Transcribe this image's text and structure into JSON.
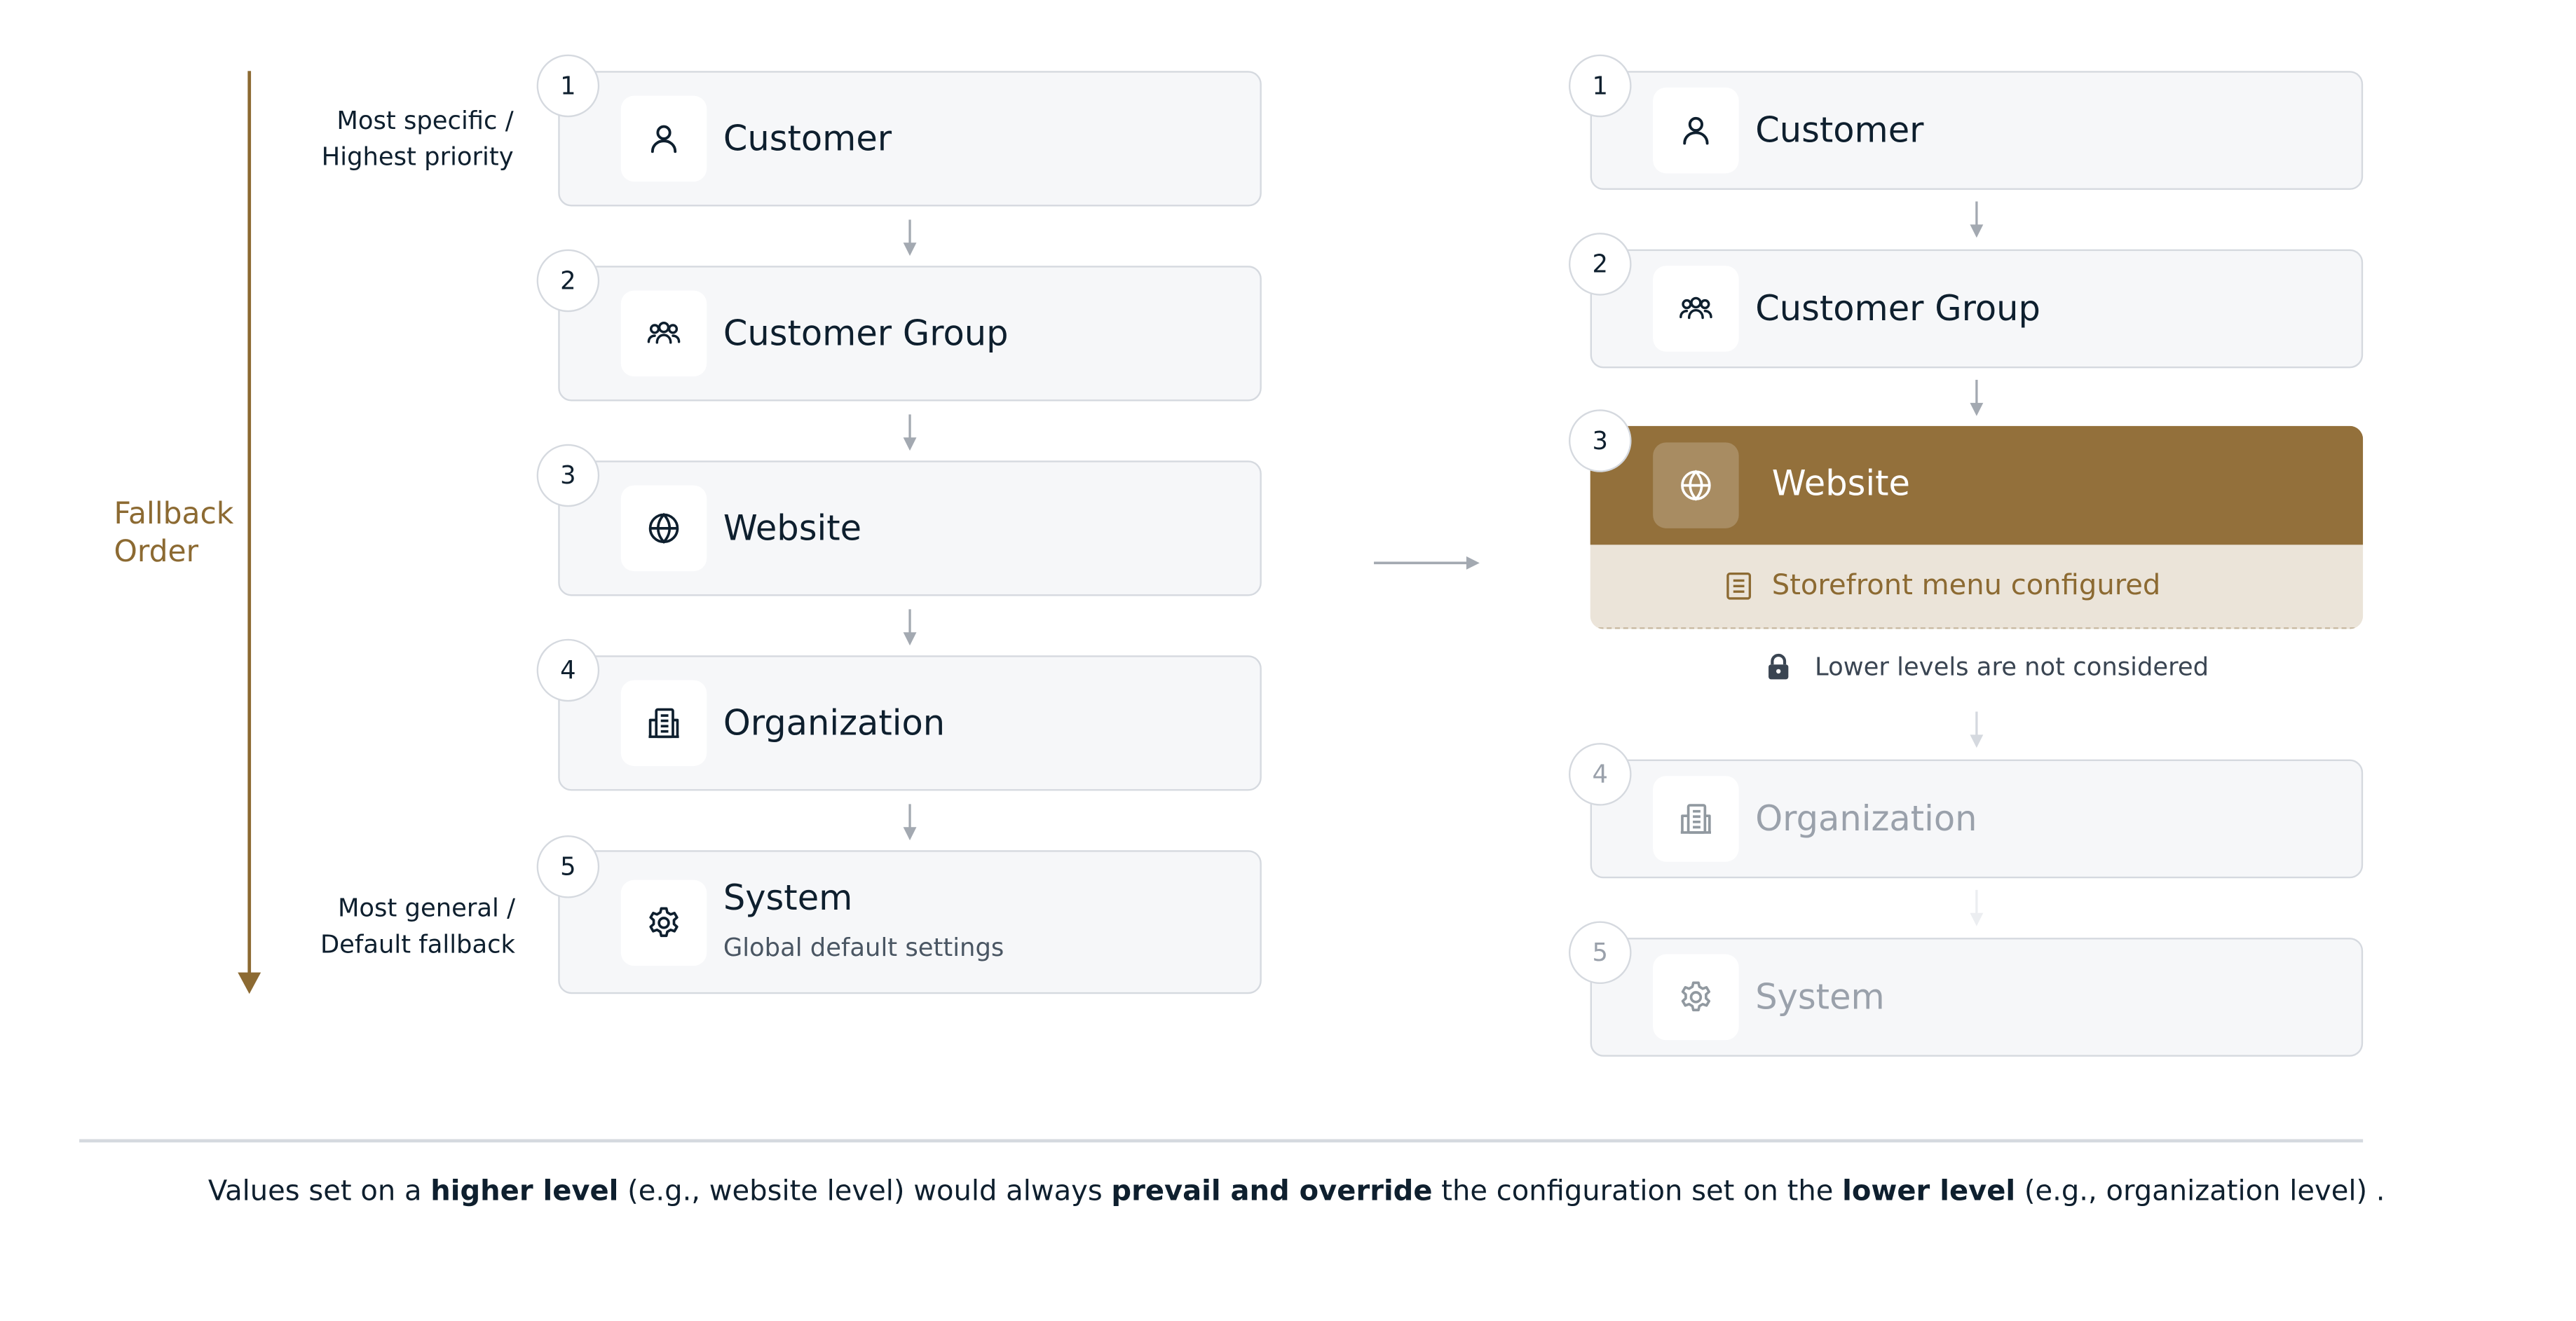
{
  "fallback_label_line1": "Fallback",
  "fallback_label_line2": "Order",
  "top_note": {
    "line1": "Most specific /",
    "line2": "Highest priority"
  },
  "bottom_note": {
    "line1": "Most general /",
    "line2": "Default fallback"
  },
  "left_levels": [
    {
      "num": "1",
      "label": "Customer",
      "icon": "user-icon"
    },
    {
      "num": "2",
      "label": "Customer Group",
      "icon": "users-group-icon"
    },
    {
      "num": "3",
      "label": "Website",
      "icon": "globe-icon"
    },
    {
      "num": "4",
      "label": "Organization",
      "icon": "building-icon"
    },
    {
      "num": "5",
      "label": "System",
      "sublabel": "Global default settings",
      "icon": "gear-icon"
    }
  ],
  "right_levels": [
    {
      "num": "1",
      "label": "Customer",
      "icon": "user-icon",
      "state": "normal"
    },
    {
      "num": "2",
      "label": "Customer Group",
      "icon": "users-group-icon",
      "state": "normal"
    },
    {
      "num": "3",
      "label": "Website",
      "icon": "globe-icon",
      "state": "highlighted",
      "note": "Storefront menu configured",
      "note_icon": "document-icon"
    },
    {
      "num": "4",
      "label": "Organization",
      "icon": "building-icon",
      "state": "faded"
    },
    {
      "num": "5",
      "label": "System",
      "icon": "gear-icon",
      "state": "faded"
    }
  ],
  "lock_note": "Lower levels are not considered",
  "lock_icon": "lock-icon",
  "colors": {
    "accent": "#93703b",
    "accent_text": "#8c6a32",
    "highlight_bg": "#ebe4d9",
    "card_bg": "#f6f7f9",
    "border": "#d5d9df"
  },
  "footer": {
    "t1": "Values set on a ",
    "b1": "higher level",
    "t2": " (e.g., website level)  would always ",
    "b2": "prevail and override",
    "t3": " the configuration set on the ",
    "b3": "lower level",
    "t4": " (e.g., organization level) ."
  }
}
